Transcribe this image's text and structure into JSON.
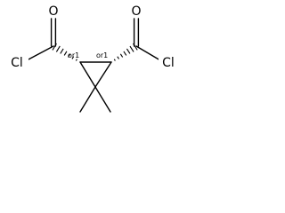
{
  "molecule": {
    "atoms": {
      "oxygen_left": "O",
      "oxygen_right": "O",
      "chlorine_left": "Cl",
      "chlorine_right": "Cl"
    },
    "stereo": {
      "left_center": "or1",
      "right_center": "or1"
    }
  },
  "colors": {
    "ink": "#000000",
    "background": "#ffffff"
  }
}
